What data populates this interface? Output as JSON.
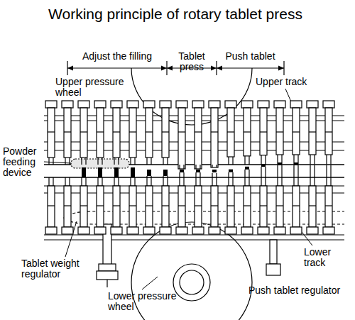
{
  "diagram": {
    "title": "Working principle of rotary tablet press",
    "labels": [
      "Adjust the filling",
      "Tablet press",
      "Push tablet",
      "Upper pressure wheel",
      "Upper track",
      "Powder feeding device",
      "Tablet weight regulator",
      "Lower pressure wheel",
      "Lower track",
      "Push tablet regulator"
    ]
  }
}
